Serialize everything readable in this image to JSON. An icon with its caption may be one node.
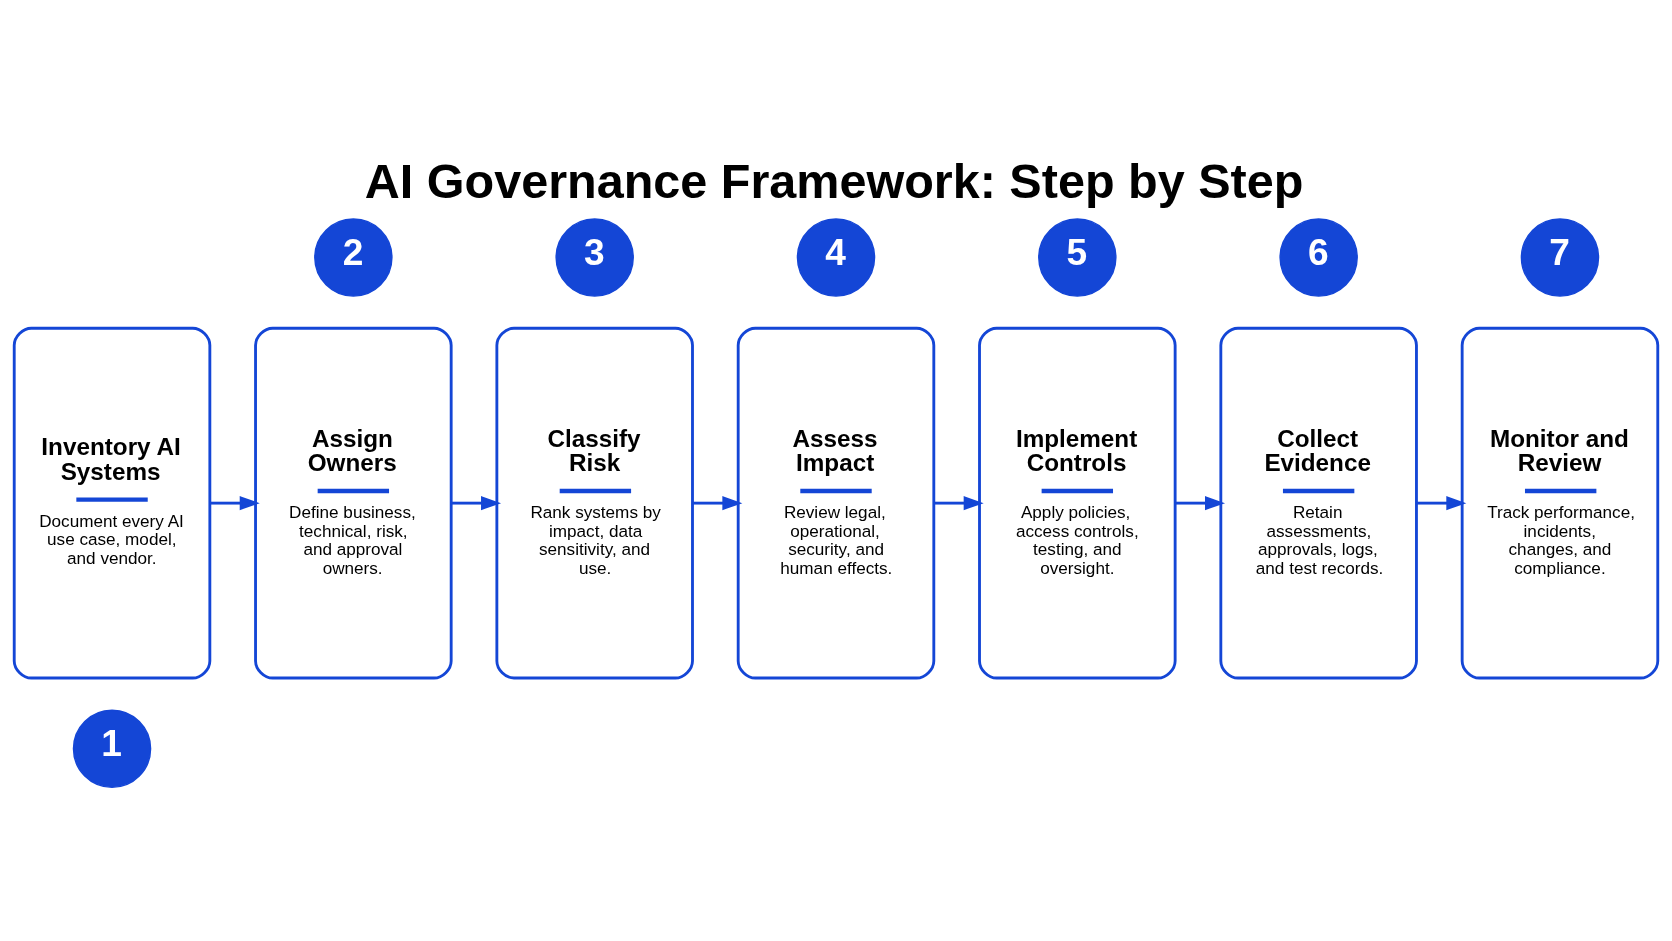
{
  "diagram": {
    "title": "AI Governance Framework: Step by Step",
    "nodes": [
      {
        "text": [
          "1"
        ]
      },
      {
        "text": [
          "Inventory AI Systems",
          "Document every AI use case, model, and vendor."
        ]
      },
      {
        "text": [
          "2"
        ]
      },
      {
        "text": [
          "Assign Owners",
          "Define business, technical, risk, and approval owners."
        ]
      },
      {
        "text": [
          "3"
        ]
      },
      {
        "text": [
          "Classify Risk",
          "Rank systems by impact, data sensitivity, and use."
        ]
      },
      {
        "text": [
          "4"
        ]
      },
      {
        "text": [
          "Assess Impact",
          "Review legal, operational, security, and human effects."
        ]
      },
      {
        "text": [
          "5"
        ]
      },
      {
        "text": [
          "Implement Controls",
          "Apply policies, access controls, testing, and oversight."
        ]
      },
      {
        "text": [
          "6"
        ]
      },
      {
        "text": [
          "Collect Evidence",
          "Retain assessments, approvals, logs, and test records."
        ]
      },
      {
        "text": [
          "7"
        ]
      },
      {
        "text": [
          "Monitor and Review",
          "Track performance, incidents, changes, and compliance."
        ]
      }
    ],
    "edges": [
      {
        "from": 1,
        "to": 3,
        "arrow": "to"
      },
      {
        "from": 3,
        "to": 5,
        "arrow": "to"
      },
      {
        "from": 5,
        "to": 7,
        "arrow": "to"
      },
      {
        "from": 7,
        "to": 9,
        "arrow": "to"
      },
      {
        "from": 9,
        "to": 11,
        "arrow": "to"
      },
      {
        "from": 11,
        "to": 13,
        "arrow": "to"
      }
    ]
  }
}
